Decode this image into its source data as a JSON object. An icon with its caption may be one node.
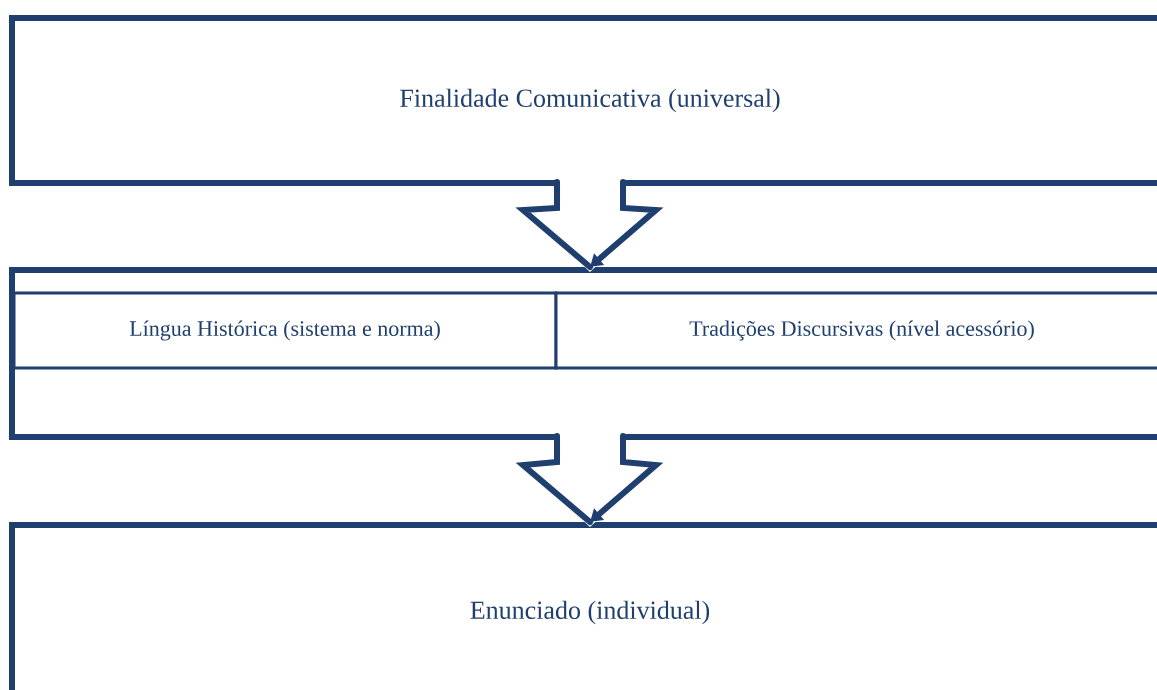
{
  "diagram": {
    "nodes": [
      {
        "text": [
          "Finalidade Comunicativa (universal)"
        ]
      },
      {
        "text": [],
        "shape": "box"
      },
      {
        "text": [
          "Língua Histórica (sistema e norma)"
        ],
        "in": 1
      },
      {
        "text": [
          "Tradições Discursivas (nível acessório)"
        ],
        "in": 1
      },
      {
        "text": [
          "Enunciado  (individual)"
        ]
      }
    ],
    "edges": [
      {
        "from": 0,
        "to": 1,
        "arrow": "to"
      },
      {
        "from": 1,
        "to": 4,
        "arrow": "to"
      }
    ]
  }
}
